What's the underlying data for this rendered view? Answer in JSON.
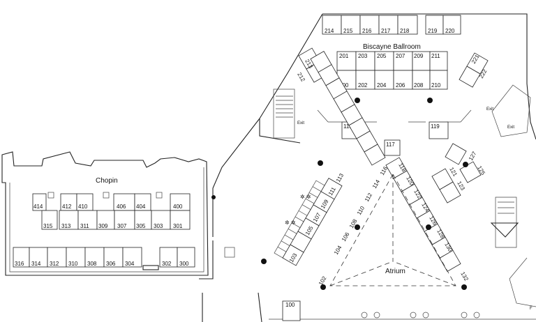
{
  "rooms": {
    "ballroom": "Biscayne Ballroom",
    "chopin": "Chopin",
    "atrium": "Atrium",
    "exits": [
      "Exit",
      "Exit",
      "Exit"
    ],
    "partial_label": "F"
  },
  "booths": {
    "ballroom_top": [
      "214",
      "215",
      "216",
      "217",
      "218",
      "219",
      "220"
    ],
    "ballroom_upper": [
      "201",
      "203",
      "205",
      "207",
      "209",
      "211"
    ],
    "ballroom_lower": [
      "200",
      "202",
      "204",
      "206",
      "208",
      "210"
    ],
    "ballroom_left": [
      "213",
      "212"
    ],
    "ballroom_right": [
      "221",
      "222"
    ],
    "chopin_upper": [
      "414",
      "412",
      "410",
      "406",
      "404",
      "400"
    ],
    "chopin_middle": [
      "315",
      "313",
      "311",
      "309",
      "307",
      "305",
      "303",
      "301"
    ],
    "chopin_lower": [
      "316",
      "314",
      "312",
      "310",
      "308",
      "306",
      "304",
      "302",
      "300"
    ],
    "atrium_left": [
      "116",
      "114",
      "112",
      "110",
      "108",
      "106",
      "104",
      "102"
    ],
    "atrium_right": [
      "118",
      "120",
      "122",
      "124",
      "126",
      "128",
      "130",
      "132"
    ],
    "atrium_top": "117",
    "diag_row": [
      "113",
      "111",
      "109",
      "107",
      "105",
      "103"
    ],
    "entrance": [
      "115",
      "119"
    ],
    "right_group": [
      "127",
      "125",
      "121",
      "123"
    ],
    "bottom": "100"
  },
  "colors": {
    "walls": "#222222",
    "background": "#ffffff",
    "columns": "#111111"
  }
}
